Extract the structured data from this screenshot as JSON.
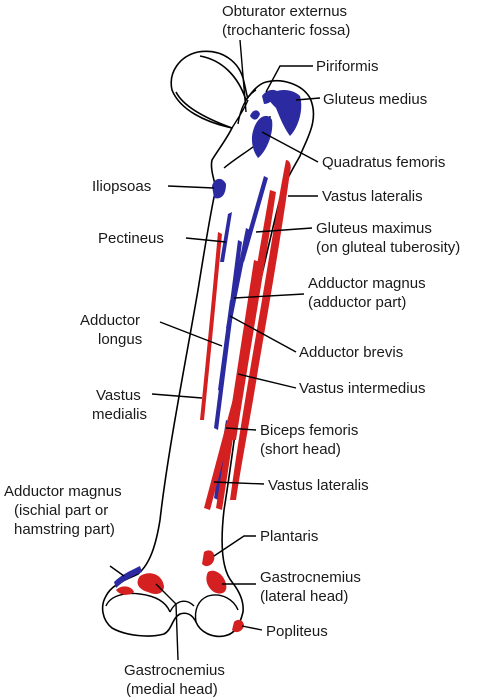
{
  "labels": {
    "obturator_externus_1": "Obturator externus",
    "obturator_externus_2": "(trochanteric fossa)",
    "piriformis": "Piriformis",
    "gluteus_medius": "Gluteus medius",
    "quadratus_femoris": "Quadratus femoris",
    "iliopsoas": "Iliopsoas",
    "vastus_lateralis_upper": "Vastus lateralis",
    "pectineus": "Pectineus",
    "gluteus_maximus_1": "Gluteus maximus",
    "gluteus_maximus_2": "(on gluteal tuberosity)",
    "adductor_magnus_1": "Adductor magnus",
    "adductor_magnus_2": "(adductor part)",
    "adductor_longus_1": "Adductor",
    "adductor_longus_2": "longus",
    "adductor_brevis": "Adductor brevis",
    "vastus_intermedius": "Vastus intermedius",
    "vastus_medialis_1": "Vastus",
    "vastus_medialis_2": "medialis",
    "biceps_femoris_1": "Biceps femoris",
    "biceps_femoris_2": "(short head)",
    "vastus_lateralis_lower": "Vastus lateralis",
    "adductor_magnus_ischial_1": "Adductor magnus",
    "adductor_magnus_ischial_2": "(ischial part or",
    "adductor_magnus_ischial_3": "hamstring part)",
    "plantaris": "Plantaris",
    "gastrocnemius_lateral_1": "Gastrocnemius",
    "gastrocnemius_lateral_2": "(lateral head)",
    "popliteus": "Popliteus",
    "gastrocnemius_medial_1": "Gastrocnemius",
    "gastrocnemius_medial_2": "(medial head)"
  },
  "colors": {
    "origin": "#d42020",
    "insertion": "#2b2aa0"
  }
}
